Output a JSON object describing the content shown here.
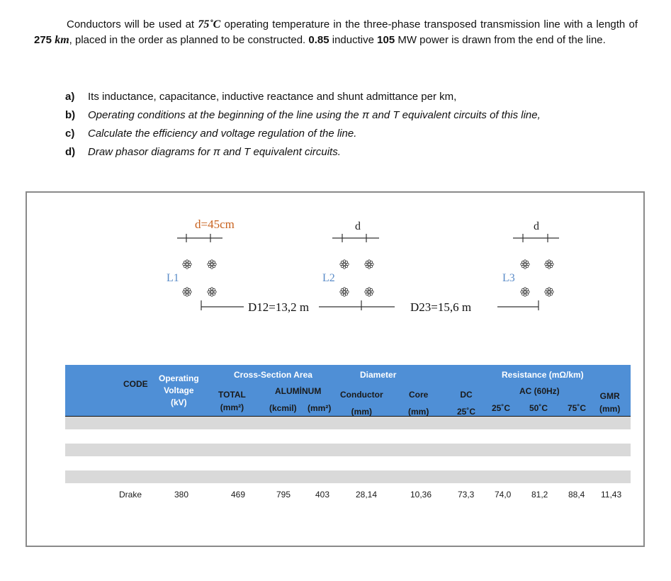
{
  "problem": {
    "p1": "Conductors will be used at ",
    "temp": "75˚C",
    "p2": " operating temperature in the three-phase transposed transmission line with a length of ",
    "length_val": "275",
    "length_unit": "km",
    "p3": ", placed in the order as planned to be constructed. ",
    "pf": "0.85",
    "p4": " inductive ",
    "power_val": "105",
    "p5": " MW power is drawn from the end of the line."
  },
  "questions": [
    {
      "letter": "a)",
      "text": "Its inductance, capacitance, inductive reactance and shunt admittance per km,"
    },
    {
      "letter": "b)",
      "text": "Operating conditions at the beginning of the line using the π and T equivalent circuits of this line,"
    },
    {
      "letter": "c)",
      "text": "Calculate the efficiency and voltage regulation of the line."
    },
    {
      "letter": "d)",
      "text": "Draw phasor diagrams for π and T equivalent circuits."
    }
  ],
  "diagram": {
    "spacing_label": "d=45cm",
    "d_label_2": "d",
    "d_label_3": "d",
    "phase_1": "L1",
    "phase_2": "L2",
    "phase_3": "L3",
    "d12": "D12=13,2 m",
    "d23": "D23=15,6 m",
    "accent_color": "#c8621e",
    "phase_label_color": "#5b8cc8"
  },
  "table": {
    "header_color": "#4f8fd6",
    "headers": {
      "code": "CODE",
      "voltage": [
        "Operating",
        "Voltage",
        "(kV)"
      ],
      "cross_section": "Cross-Section Area",
      "total": [
        "TOTAL",
        "(mm²)"
      ],
      "aluminum": "ALUMİNUM",
      "kcmil": "(kcmil)",
      "mm2": "(mm²)",
      "diameter": "Diameter",
      "conductor": [
        "Conductor",
        "(mm)"
      ],
      "core": [
        "Core",
        "(mm)"
      ],
      "resistance": "Resistance (mΩ/km)",
      "dc": [
        "DC",
        "25˚C"
      ],
      "ac": "AC (60Hz)",
      "ac25": "25˚C",
      "ac50": "50˚C",
      "ac75": "75˚C",
      "gmr": [
        "GMR",
        "(mm)"
      ]
    },
    "row": {
      "code": "Drake",
      "voltage": "380",
      "total": "469",
      "kcmil": "795",
      "mm2": "403",
      "conductor": "28,14",
      "core": "10,36",
      "dc25": "73,3",
      "ac25": "74,0",
      "ac50": "81,2",
      "ac75": "88,4",
      "gmr": "11,43"
    }
  }
}
